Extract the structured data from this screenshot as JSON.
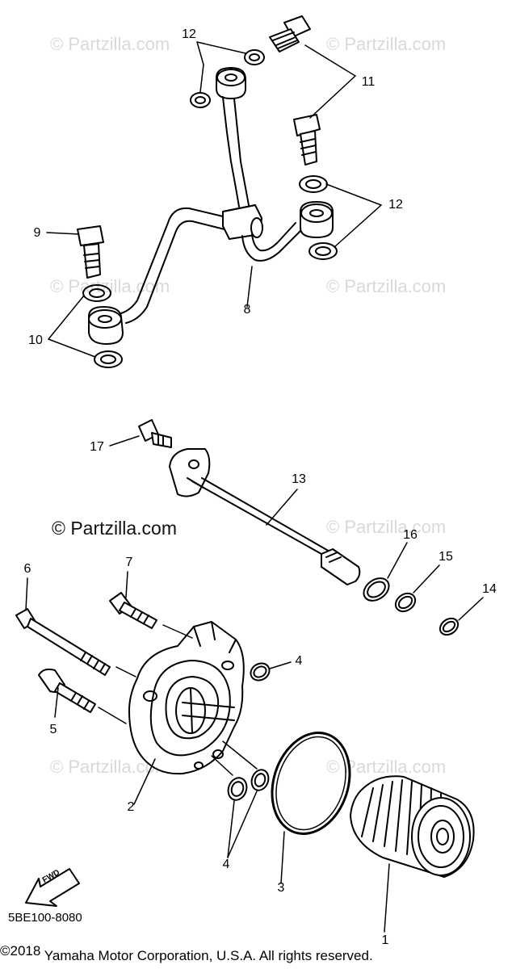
{
  "watermark": {
    "text": "© Partzilla.com",
    "dark_text": "© Partzilla.com"
  },
  "callouts": {
    "c1": "1",
    "c2": "2",
    "c3": "3",
    "c4a": "4",
    "c4b": "4",
    "c5": "5",
    "c6": "6",
    "c7": "7",
    "c8": "8",
    "c9": "9",
    "c10": "10",
    "c11": "11",
    "c12a": "12",
    "c12b": "12",
    "c13": "13",
    "c14": "14",
    "c15": "15",
    "c16": "16",
    "c17": "17"
  },
  "fwd_label": "FWD",
  "diagram_code": "5BE100-8080",
  "copyright": {
    "year": "©2018",
    "text": "Yamaha Motor Corporation, U.S.A. All rights reserved."
  }
}
